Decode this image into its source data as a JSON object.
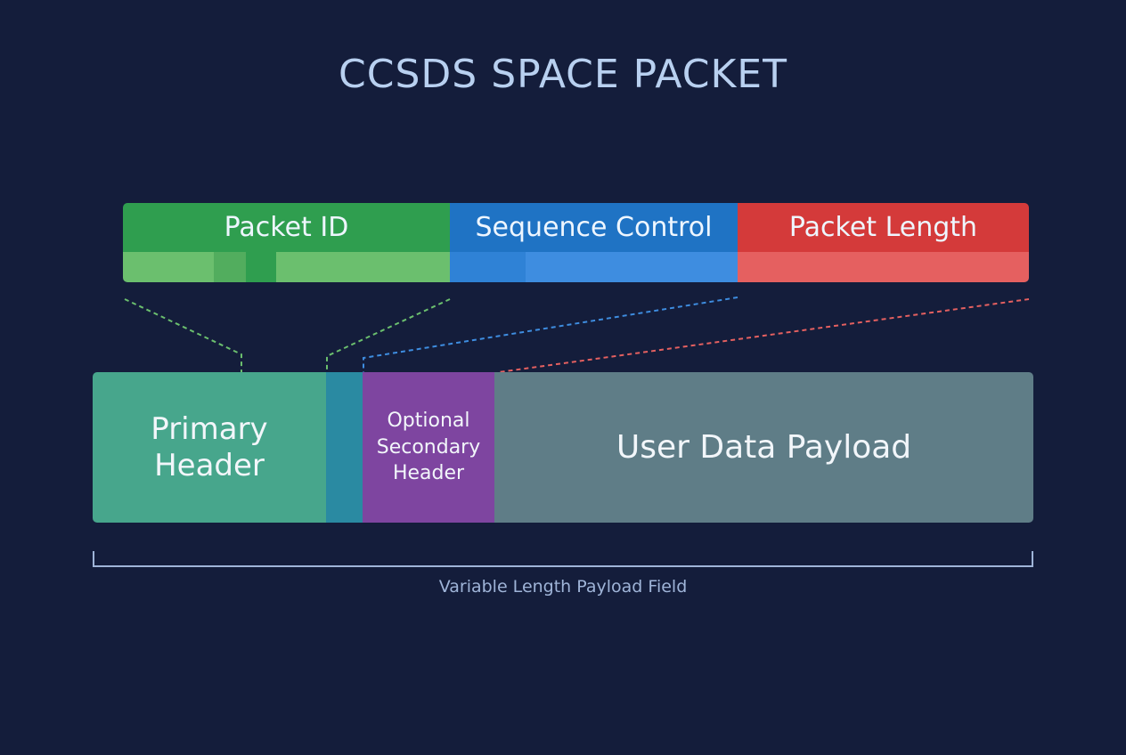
{
  "title": "CCSDS SPACE PACKET",
  "header_fields": [
    {
      "label": "Packet ID",
      "color": "#2f9e4f"
    },
    {
      "label": "Sequence Control",
      "color": "#1f73c4"
    },
    {
      "label": "Packet Length",
      "color": "#d43a3a"
    }
  ],
  "packet_blocks": {
    "primary": "Primary Header",
    "secondary": "Optional Secondary Header",
    "payload": "User Data Payload"
  },
  "bracket_caption": "Variable Length Payload Field"
}
